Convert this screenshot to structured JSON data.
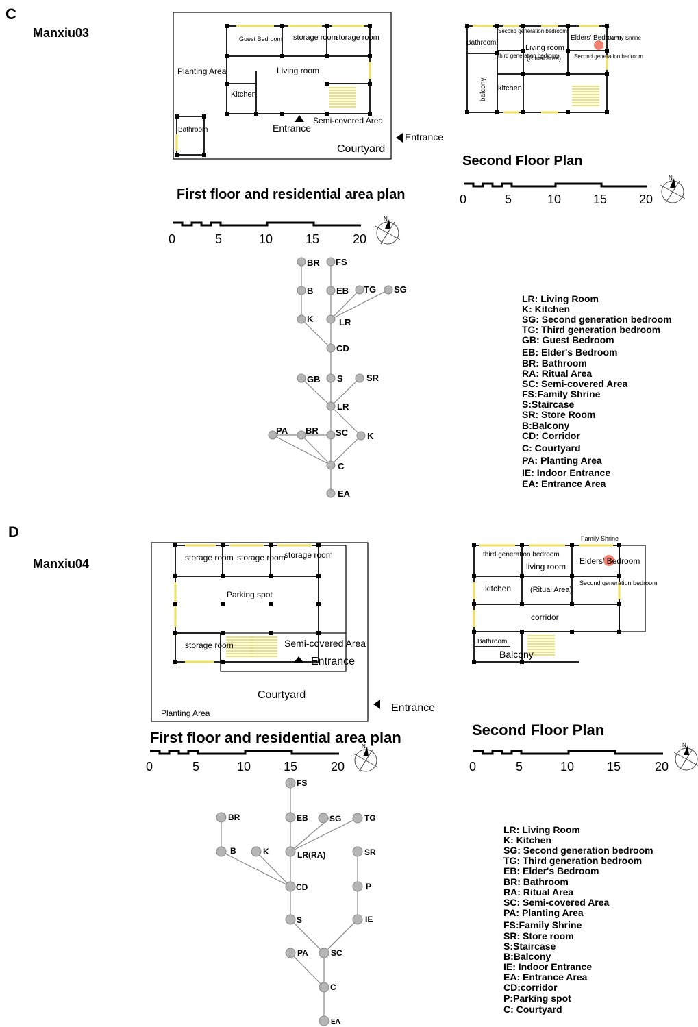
{
  "panels": [
    {
      "letter": "C",
      "site": "Manxiu03",
      "first_floor": {
        "rooms": [
          "Guest Bedroom",
          "storage room",
          "storage room",
          "Living room",
          "Kitchen",
          "Planting Area",
          "Semi-covered Area",
          "Bathroom",
          "Courtyard"
        ],
        "entrance_labels": [
          "Entrance",
          "Entrance"
        ],
        "caption": "First floor and residential area plan",
        "scale_ticks": [
          "0",
          "5",
          "10",
          "15",
          "20"
        ]
      },
      "second_floor": {
        "rooms": [
          "Bathroom",
          "Second generation bedroom",
          "Living room",
          "(Ritual Area)",
          "Elders' Bedroom",
          "Family Shrine",
          "third generation bedroom",
          "Second generation bedroom",
          "balcony",
          "kitchen"
        ],
        "caption": "Second Floor Plan",
        "scale_ticks": [
          "0",
          "5",
          "10",
          "15",
          "20"
        ]
      },
      "graph_labels": [
        "BR",
        "FS",
        "B",
        "EB",
        "TG",
        "SG",
        "K",
        "LR",
        "CD",
        "GB",
        "S",
        "SR",
        "LR",
        "PA",
        "BR",
        "SC",
        "K",
        "C",
        "EA"
      ],
      "legend": [
        "LR: Living Room",
        "K: Kitchen",
        "SG: Second generation bedroom",
        "TG: Third generation bedroom",
        "GB: Guest Bedroom",
        "EB: Elder's Bedroom",
        "BR: Bathroom",
        "RA: Ritual Area",
        "SC: Semi-covered Area",
        "FS:Family Shrine",
        "S:Staircase",
        "SR: Store Room",
        "B:Balcony",
        "CD: Corridor",
        "C: Courtyard",
        "PA: Planting Area",
        "IE: Indoor Entrance",
        "EA: Entrance Area"
      ]
    },
    {
      "letter": "D",
      "site": "Manxiu04",
      "first_floor": {
        "rooms": [
          "storage room",
          "storage room",
          "storage room",
          "Parking spot",
          "storage room",
          "Semi-covered Area",
          "Courtyard",
          "Planting Area"
        ],
        "entrance_labels": [
          "Entrance",
          "Entrance"
        ],
        "caption": "First floor and residential area plan",
        "scale_ticks": [
          "0",
          "5",
          "10",
          "15",
          "20"
        ]
      },
      "second_floor": {
        "rooms": [
          "Family Shrine",
          "third generation bedroom",
          "living room",
          "Elders' Bedroom",
          "kitchen",
          "(Ritual Area)",
          "Second generation bedroom",
          "corridor",
          "Bathroom",
          "Balcony"
        ],
        "caption": "Second Floor Plan",
        "scale_ticks": [
          "0",
          "5",
          "10",
          "15",
          "20"
        ]
      },
      "graph_labels": [
        "FS",
        "BR",
        "EB",
        "SG",
        "TG",
        "B",
        "K",
        "LR(RA)",
        "SR",
        "CD",
        "P",
        "S",
        "IE",
        "PA",
        "SC",
        "C",
        "EA"
      ],
      "legend": [
        "LR: Living Room",
        "K: Kitchen",
        "SG: Second generation bedroom",
        "TG: Third generation bedroom",
        "EB: Elder's Bedroom",
        "BR: Bathroom",
        "RA: Ritual Area",
        "SC: Semi-covered Area",
        "PA: Planting Area",
        "FS:Family Shrine",
        "SR: Store room",
        "S:Staircase",
        "B:Balcony",
        "IE: Indoor Entrance",
        "EA: Entrance Area",
        "CD:corridor",
        "P:Parking spot",
        "C: Courtyard"
      ]
    }
  ],
  "north_label": "N",
  "colors": {
    "window": "#f0e060",
    "shrine": "#f08070",
    "node": "#b5b5b5",
    "edge": "#888888"
  }
}
